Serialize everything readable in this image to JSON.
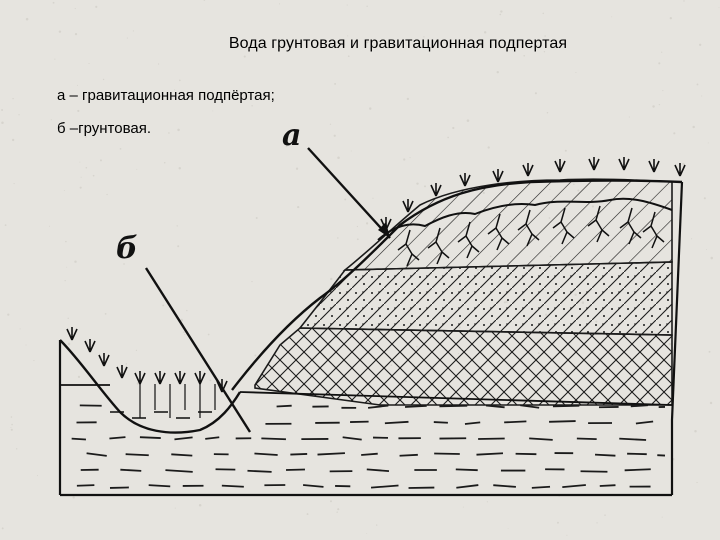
{
  "slide": {
    "title": "Вода грунтовая и гравитационная подпертая",
    "legend": [
      "а – гравитационная подпёртая;",
      "б –грунтовая."
    ]
  },
  "figure": {
    "label_a": "а",
    "label_b": "б",
    "ink_color": "#1b1b1b",
    "paper_color": "#e6e4df",
    "layers": [
      "crosshatch-diagonal",
      "dotted-diagonal",
      "crosshatch-grid",
      "groundwater-dashes"
    ]
  }
}
